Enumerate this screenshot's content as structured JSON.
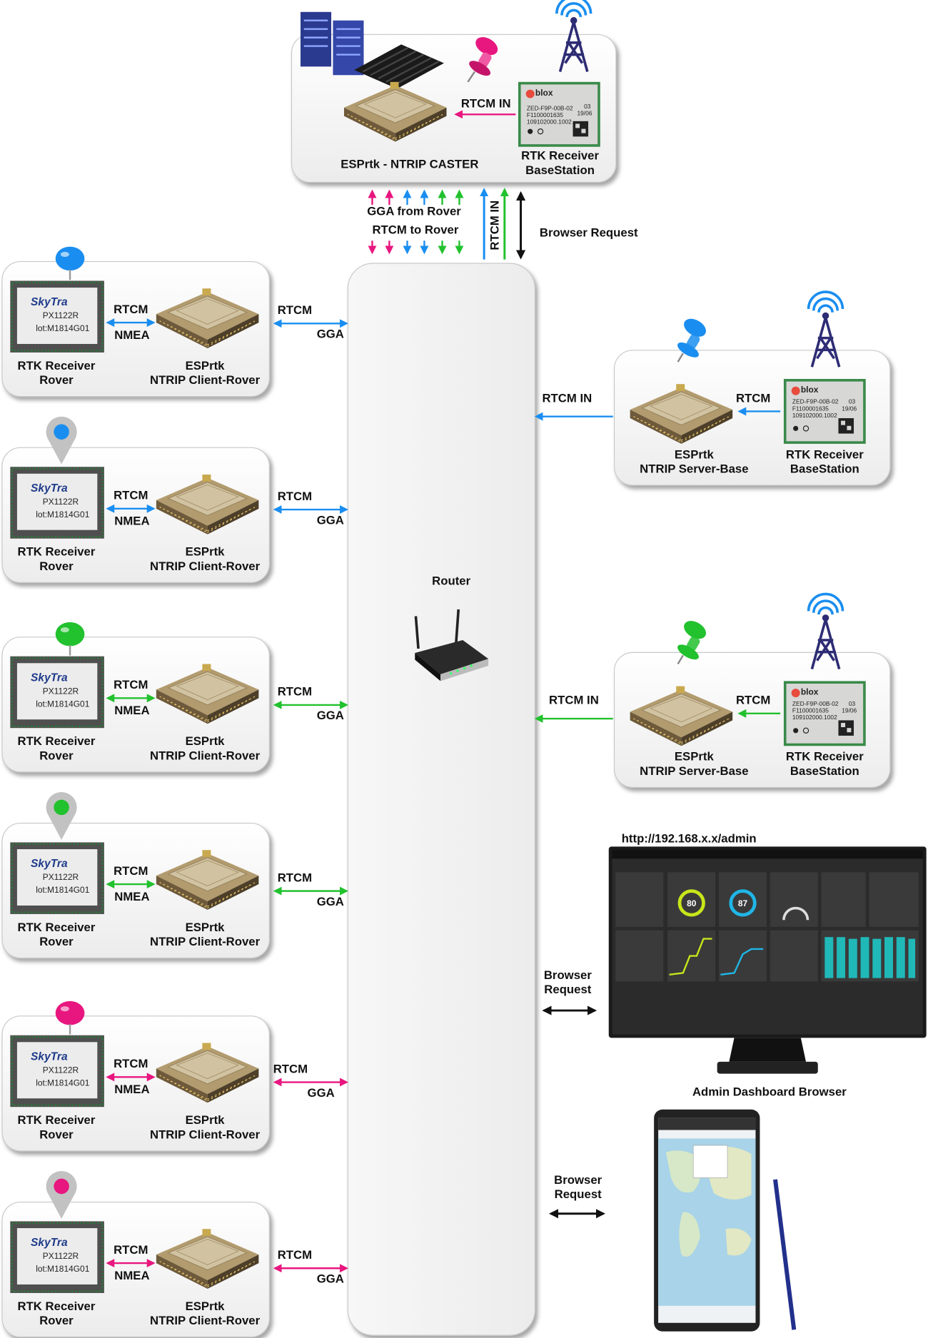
{
  "colors": {
    "magenta": "#e8177f",
    "blue": "#1a8ef0",
    "green": "#22c12e",
    "black": "#111111"
  },
  "caster": {
    "module_label": "ESPrtk - NTRIP CASTER",
    "rtcm_in_label": "RTCM IN",
    "receiver_label_line1": "RTK Receiver",
    "receiver_label_line2": "BaseStation",
    "chip_brand": "blox",
    "chip_lines": [
      "ZED-F9P-00B-02",
      "F1100001635",
      "109102000.1002"
    ],
    "chip_code": "03",
    "chip_date": "19/06"
  },
  "caster_links": {
    "gga_from_rover": "GGA from Rover",
    "rtcm_to_rover": "RTCM to Rover",
    "rtcm_in_vertical": "RTCM IN",
    "browser_request": "Browser Request"
  },
  "router": {
    "label": "Router"
  },
  "rovers": [
    {
      "color": "blue",
      "pin": "round",
      "rtcm": "RTCM",
      "nmea": "NMEA",
      "link_rtcm": "RTCM",
      "link_gga": "GGA",
      "receiver_line1": "RTK Receiver",
      "receiver_line2": "Rover",
      "esp_line1": "ESPrtk",
      "esp_line2": "NTRIP Client-Rover",
      "chip_brand": "SkyTra",
      "chip_model": "PX1122R",
      "chip_lot": "lot:M1814G01"
    },
    {
      "color": "blue",
      "pin": "marker",
      "rtcm": "RTCM",
      "nmea": "NMEA",
      "link_rtcm": "RTCM",
      "link_gga": "GGA",
      "receiver_line1": "RTK Receiver",
      "receiver_line2": "Rover",
      "esp_line1": "ESPrtk",
      "esp_line2": "NTRIP Client-Rover",
      "chip_brand": "SkyTra",
      "chip_model": "PX1122R",
      "chip_lot": "lot:M1814G01"
    },
    {
      "color": "green",
      "pin": "round",
      "rtcm": "RTCM",
      "nmea": "NMEA",
      "link_rtcm": "RTCM",
      "link_gga": "GGA",
      "receiver_line1": "RTK Receiver",
      "receiver_line2": "Rover",
      "esp_line1": "ESPrtk",
      "esp_line2": "NTRIP Client-Rover",
      "chip_brand": "SkyTra",
      "chip_model": "PX1122R",
      "chip_lot": "lot:M1814G01"
    },
    {
      "color": "green",
      "pin": "marker",
      "rtcm": "RTCM",
      "nmea": "NMEA",
      "link_rtcm": "RTCM",
      "link_gga": "GGA",
      "receiver_line1": "RTK Receiver",
      "receiver_line2": "Rover",
      "esp_line1": "ESPrtk",
      "esp_line2": "NTRIP Client-Rover",
      "chip_brand": "SkyTra",
      "chip_model": "PX1122R",
      "chip_lot": "lot:M1814G01"
    },
    {
      "color": "magenta",
      "pin": "round",
      "rtcm": "RTCM",
      "nmea": "NMEA",
      "link_rtcm": "RTCM",
      "link_gga": "GGA",
      "receiver_line1": "RTK Receiver",
      "receiver_line2": "Rover",
      "esp_line1": "ESPrtk",
      "esp_line2": "NTRIP Client-Rover",
      "chip_brand": "SkyTra",
      "chip_model": "PX1122R",
      "chip_lot": "lot:M1814G01"
    },
    {
      "color": "magenta",
      "pin": "marker",
      "rtcm": "RTCM",
      "nmea": "NMEA",
      "link_rtcm": "RTCM",
      "link_gga": "GGA",
      "receiver_line1": "RTK Receiver",
      "receiver_line2": "Rover",
      "esp_line1": "ESPrtk",
      "esp_line2": "NTRIP Client-Rover",
      "chip_brand": "SkyTra",
      "chip_model": "PX1122R",
      "chip_lot": "lot:M1814G01"
    }
  ],
  "bases": [
    {
      "color": "blue",
      "rtcm_in": "RTCM IN",
      "rtcm": "RTCM",
      "esp_line1": "ESPrtk",
      "esp_line2": "NTRIP Server-Base",
      "receiver_line1": "RTK Receiver",
      "receiver_line2": "BaseStation"
    },
    {
      "color": "green",
      "rtcm_in": "RTCM IN",
      "rtcm": "RTCM",
      "esp_line1": "ESPrtk",
      "esp_line2": "NTRIP Server-Base",
      "receiver_line1": "RTK Receiver",
      "receiver_line2": "BaseStation"
    }
  ],
  "base_chip": {
    "brand": "blox",
    "lines": [
      "ZED-F9P-00B-02",
      "F1100001635",
      "109102000.1002"
    ],
    "code": "03",
    "date": "19/06"
  },
  "dashboard": {
    "url": "http://192.168.x.x/admin",
    "browser_request_line1": "Browser",
    "browser_request_line2": "Request",
    "caption": "Admin Dashboard Browser",
    "gauge_1": "80",
    "gauge_2": "87"
  },
  "mobile": {
    "browser_request_line1": "Browser",
    "browser_request_line2": "Request"
  }
}
